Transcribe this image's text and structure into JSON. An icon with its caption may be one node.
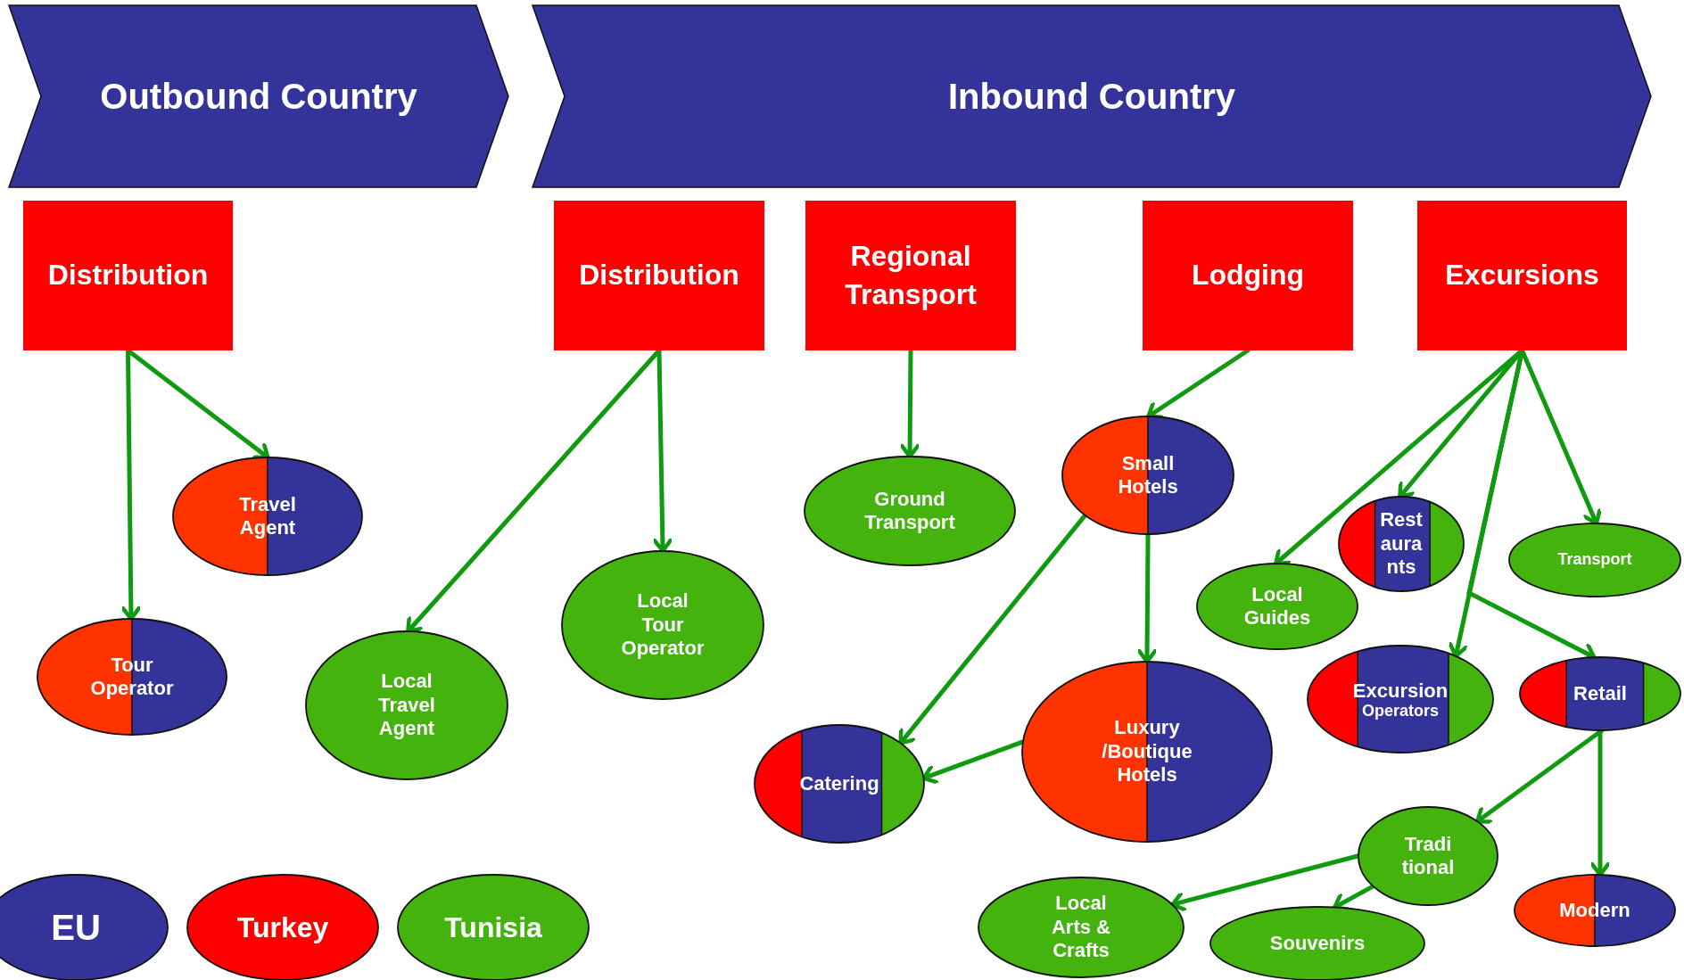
{
  "diagram": {
    "nodes": [
      {
        "text": [
          "Outbound Country"
        ]
      },
      {
        "text": [
          "Inbound Country"
        ]
      },
      {
        "text": [
          "Distribution"
        ]
      },
      {
        "text": [
          "Distribution"
        ]
      },
      {
        "text": [
          "Regional Transport"
        ]
      },
      {
        "text": [
          "Lodging"
        ]
      },
      {
        "text": [
          "Excursions"
        ]
      },
      {
        "text": [
          "Travel Agent"
        ]
      },
      {
        "text": [
          "Tour Operator"
        ]
      },
      {
        "text": [
          "Local Travel Agent"
        ]
      },
      {
        "text": [
          "Local Tour Operator"
        ]
      },
      {
        "text": [
          "Ground Transport"
        ]
      },
      {
        "text": [
          "Small Hotels"
        ]
      },
      {
        "text": [
          "Local Guides"
        ]
      },
      {
        "text": [
          "Rest aura nts"
        ]
      },
      {
        "text": [
          "Transport"
        ]
      },
      {
        "text": [
          "Catering"
        ]
      },
      {
        "text": [
          "Luxury /Boutique Hotels"
        ]
      },
      {
        "text": [
          "Excursion",
          "Operators"
        ]
      },
      {
        "text": [
          "Retail"
        ]
      },
      {
        "text": [
          "Tradi tional"
        ]
      },
      {
        "text": [
          "Modern"
        ]
      },
      {
        "text": [
          "Local Arts & Crafts"
        ]
      },
      {
        "text": [
          "Souvenirs"
        ]
      }
    ],
    "edges": [
      {
        "from": 2,
        "to": 7,
        "arrow": "to"
      },
      {
        "from": 2,
        "to": 8,
        "arrow": "to"
      },
      {
        "from": 3,
        "to": 9,
        "arrow": "to"
      },
      {
        "from": 3,
        "to": 10,
        "arrow": "to"
      },
      {
        "from": 4,
        "to": 11,
        "arrow": "to"
      },
      {
        "from": 5,
        "to": 12,
        "arrow": "to"
      },
      {
        "from": 12,
        "to": 16,
        "arrow": "to"
      },
      {
        "from": 12,
        "to": 17,
        "arrow": "to"
      },
      {
        "from": 17,
        "to": 16,
        "arrow": "to"
      },
      {
        "from": 6,
        "to": 13,
        "arrow": "to"
      },
      {
        "from": 6,
        "to": 14,
        "arrow": "to"
      },
      {
        "from": 6,
        "to": 18,
        "arrow": "to"
      },
      {
        "from": 6,
        "to": 15,
        "arrow": "to"
      },
      {
        "from": 6,
        "to": 19,
        "arrow": "to"
      },
      {
        "from": 19,
        "to": 20,
        "arrow": "to"
      },
      {
        "from": 19,
        "to": 21,
        "arrow": "to"
      },
      {
        "from": 20,
        "to": 22,
        "arrow": "to"
      },
      {
        "from": 20,
        "to": 23,
        "arrow": "to"
      }
    ],
    "legend": [
      {
        "text": "EU",
        "color": "#333399"
      },
      {
        "text": "Turkey",
        "color": "#ff0000"
      },
      {
        "text": "Tunisia",
        "color": "#44b30e"
      }
    ]
  }
}
